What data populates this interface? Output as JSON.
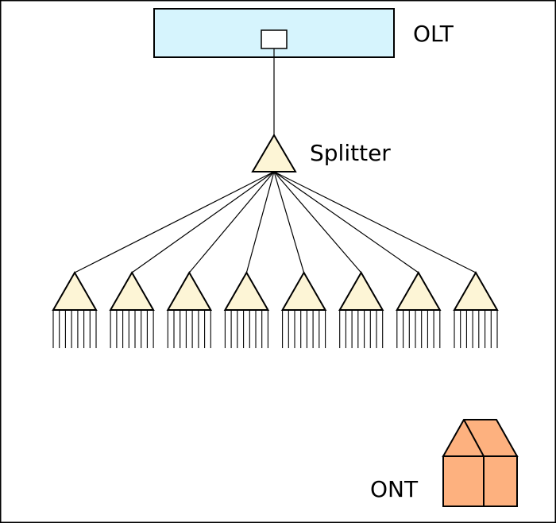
{
  "labels": {
    "olt": "OLT",
    "splitter": "Splitter",
    "ont": "ONT"
  },
  "diagram": {
    "secondary_splitter_count": 8,
    "drops_per_splitter": 8
  },
  "colors": {
    "olt_fill": "#d6f4fd",
    "splitter_fill": "#fdf5d6",
    "ont_fill": "#fdb17f",
    "stroke": "#000000",
    "border": "#000000"
  }
}
